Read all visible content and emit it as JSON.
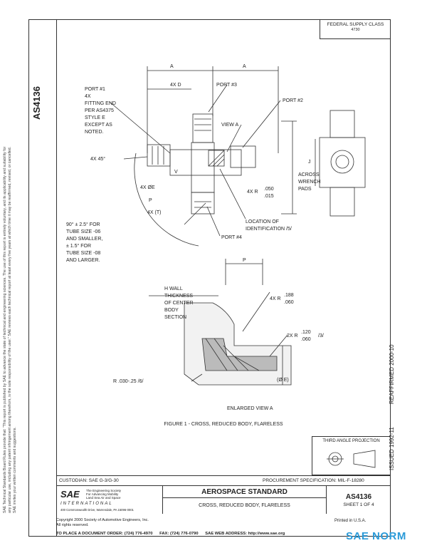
{
  "document": {
    "number_vertical": "AS4136",
    "federal_supply_class_label": "FEDERAL SUPPLY CLASS",
    "federal_supply_class_code": "4730",
    "reaffirmed": "REAFFIRMED 2000-10",
    "issued": "ISSUED 1992-11",
    "figure_caption": "FIGURE 1 - CROSS, REDUCED BODY, FLARELESS",
    "third_angle_projection": "THIRD ANGLE PROJECTION"
  },
  "disclaimer": "SAE Technical Standards Board Rules provide that: \"This report is published by SAE to advance the state of technical and engineering sciences. The use of this report is entirely voluntary, and its applicability and suitability for any particular use, including any patent infringement arising therefrom, is the sole responsibility of the user.\" SAE reviews each technical report at least every five years at which time it may be reaffirmed, revised, or cancelled. SAE invites your written comments and suggestions.",
  "drawing": {
    "dim_a_left": "A",
    "dim_a_right": "A",
    "dim_4x_d": "4X D",
    "port1": "PORT #1",
    "port1_notes": [
      "4X",
      "FITTING END",
      "PER AS4375",
      "STYLE E",
      "EXCEPT AS",
      "NOTED."
    ],
    "port2": "PORT #2",
    "port3": "PORT #3",
    "port4": "PORT #4",
    "view_a": "VIEW A",
    "angle_45": "4X 45°",
    "dim_4x_e": "4X ØE",
    "dim_v": "V",
    "dim_p": "P",
    "dim_4x_t": "4X (T)",
    "dim_4x_r": "4X R",
    "r_tol_top": ".050",
    "r_tol_bottom": ".015",
    "across_wrench_pads": [
      "ACROSS",
      "WRENCH",
      "PADS"
    ],
    "dim_j": "J",
    "location_id": [
      "LOCATION OF",
      "IDENTIFICATION /5/"
    ],
    "tube_note": [
      "90° ± 2.5° FOR",
      "TUBE SIZE -06",
      "AND SMALLER,",
      "± 1.5° FOR",
      "TUBE SIZE -08",
      "AND LARGER."
    ],
    "dim_p2": "P",
    "h_wall": [
      "H WALL",
      "THICKNESS",
      "OF CENTER",
      "BODY",
      "SECTION"
    ],
    "r_188": "4X R",
    "r_188_top": ".188",
    "r_188_bottom": ".060",
    "r_120": "2X R",
    "r_120_top": ".120",
    "r_120_bottom": ".060",
    "r_120_note": "/3/",
    "r_030": "R .030-.25 /6/",
    "dim_phi_e": "(Ø E)",
    "enlarged_view": "ENLARGED VIEW A"
  },
  "title_block": {
    "custodian": "CUSTODIAN:  SAE G-3/G-30",
    "procurement_spec": "PROCUREMENT SPECIFICATION:  MIL-F-18280",
    "sae_tagline": [
      "The Engineering Society",
      "For Advancing Mobility",
      "Land Sea Air and Space"
    ],
    "sae_logo": "SAE",
    "sae_international": "INTERNATIONAL",
    "sae_address": "400 Commonwealth Drive, Warrendale, PA  15096-0001",
    "standard_type": "AEROSPACE STANDARD",
    "standard_title": "CROSS, REDUCED BODY, FLARELESS",
    "doc_number": "AS4136",
    "sheet": "SHEET 1 OF 4"
  },
  "footer": {
    "copyright": "Copyright 2000 Society of Automotive Engineers, Inc.",
    "rights": "All rights reserved.",
    "printed": "Printed in U.S.A.",
    "order_label": "TO PLACE A DOCUMENT ORDER:",
    "order_phone": "(724) 776-4970",
    "fax_label": "FAX:",
    "fax_number": "(724) 776-0790",
    "web_label": "SAE WEB ADDRESS:",
    "web_address": "http://www.sae.org"
  },
  "watermark": "SAE NORM"
}
